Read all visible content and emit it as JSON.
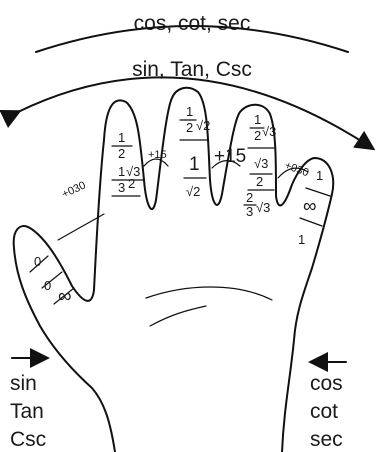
{
  "top": {
    "outer": "cos, cot, sec",
    "inner": "sin, Tan, Csc"
  },
  "left_side": [
    "sin",
    "Tan",
    "Csc"
  ],
  "right_side": [
    "cos",
    "cot",
    "sec"
  ],
  "fingers": {
    "thumb": {
      "a": "0",
      "b": "0",
      "c": "∞"
    },
    "index": {
      "top": "1",
      "top_den": "2",
      "mid": "1",
      "mid_root": "√3",
      "mid_den": "3",
      "bot": "2"
    },
    "middle": {
      "top_num": "1",
      "top_den": "2",
      "top_root": "√2",
      "mid": "1",
      "bot": "√2"
    },
    "ring": {
      "top_num": "1",
      "top_den": "2",
      "top_root": "√3",
      "mid": "√3",
      "mid_den": "2",
      "bot_num": "2",
      "bot_den": "3",
      "bot_root": "√3"
    },
    "little": {
      "top": "1",
      "mid": "∞",
      "bot": "1"
    }
  },
  "increments": {
    "thumb_index": "+030",
    "index_middle": "+15",
    "middle_ring": "+15",
    "ring_little": "+030"
  }
}
